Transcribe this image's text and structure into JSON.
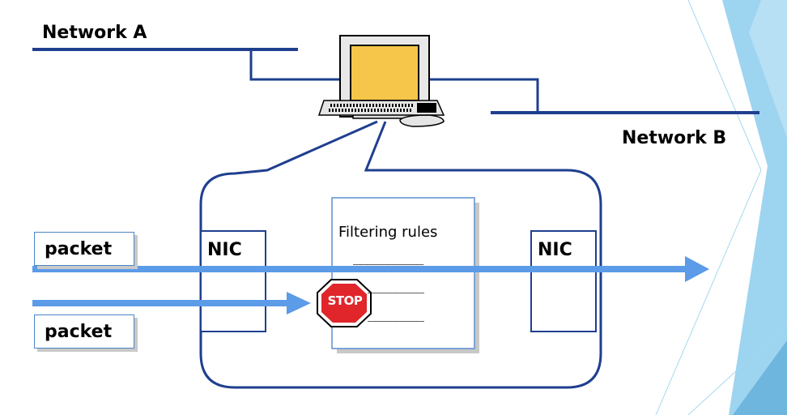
{
  "network_a_label": "Network A",
  "network_b_label": "Network B",
  "packets": [
    "packet",
    "packet"
  ],
  "nic_labels": [
    "NIC",
    "NIC"
  ],
  "filter": {
    "title": "Filtering rules",
    "lines": [
      "__________",
      "________",
      "________"
    ]
  },
  "stop_sign": "STOP",
  "colors": {
    "network_line": "#1f3f8f",
    "packet_arrow": "#5b9be8",
    "monitor_screen": "#f6c64a",
    "stop_red": "#e0252b",
    "deco_blue": "#7ec5e8"
  }
}
